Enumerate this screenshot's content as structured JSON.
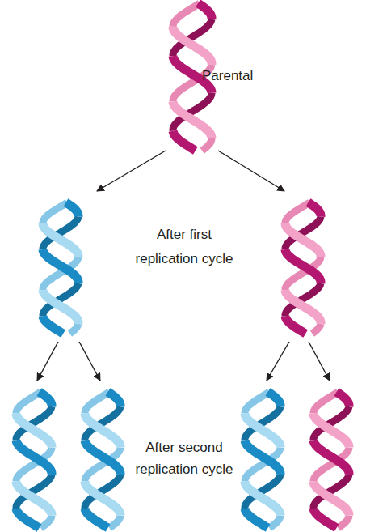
{
  "diagram": {
    "labels": [
      "Parental",
      "After first replication cycle",
      "After second replication cycle"
    ]
  }
}
